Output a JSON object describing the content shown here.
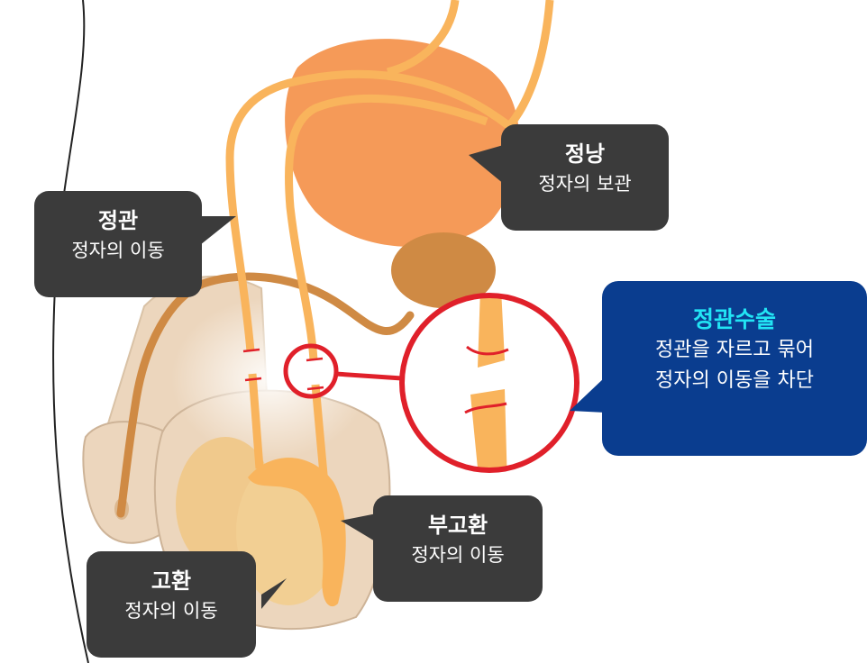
{
  "labels": {
    "seminal_vesicle": {
      "title": "정낭",
      "desc": "정자의 보관"
    },
    "vas_deferens": {
      "title": "정관",
      "desc": "정자의 이동"
    },
    "epididymis": {
      "title": "부고환",
      "desc": "정자의 이동"
    },
    "testis": {
      "title": "고환",
      "desc": "정자의 이동"
    },
    "vasectomy": {
      "title": "정관수술",
      "line1": "정관을 자르고 묶어",
      "line2": "정자의 이동을 차단"
    }
  },
  "colors": {
    "callout_dark": "#3b3b3b",
    "callout_blue": "#0a3d8f",
    "highlight_title": "#22e4f4",
    "duct": "#f9b45c",
    "seminal_vesicle": "#f59a58",
    "prostate": "#d08a40",
    "skin": "#ecd6bd",
    "testis": "#f0c98c",
    "cut_marker": "#e0202a"
  }
}
